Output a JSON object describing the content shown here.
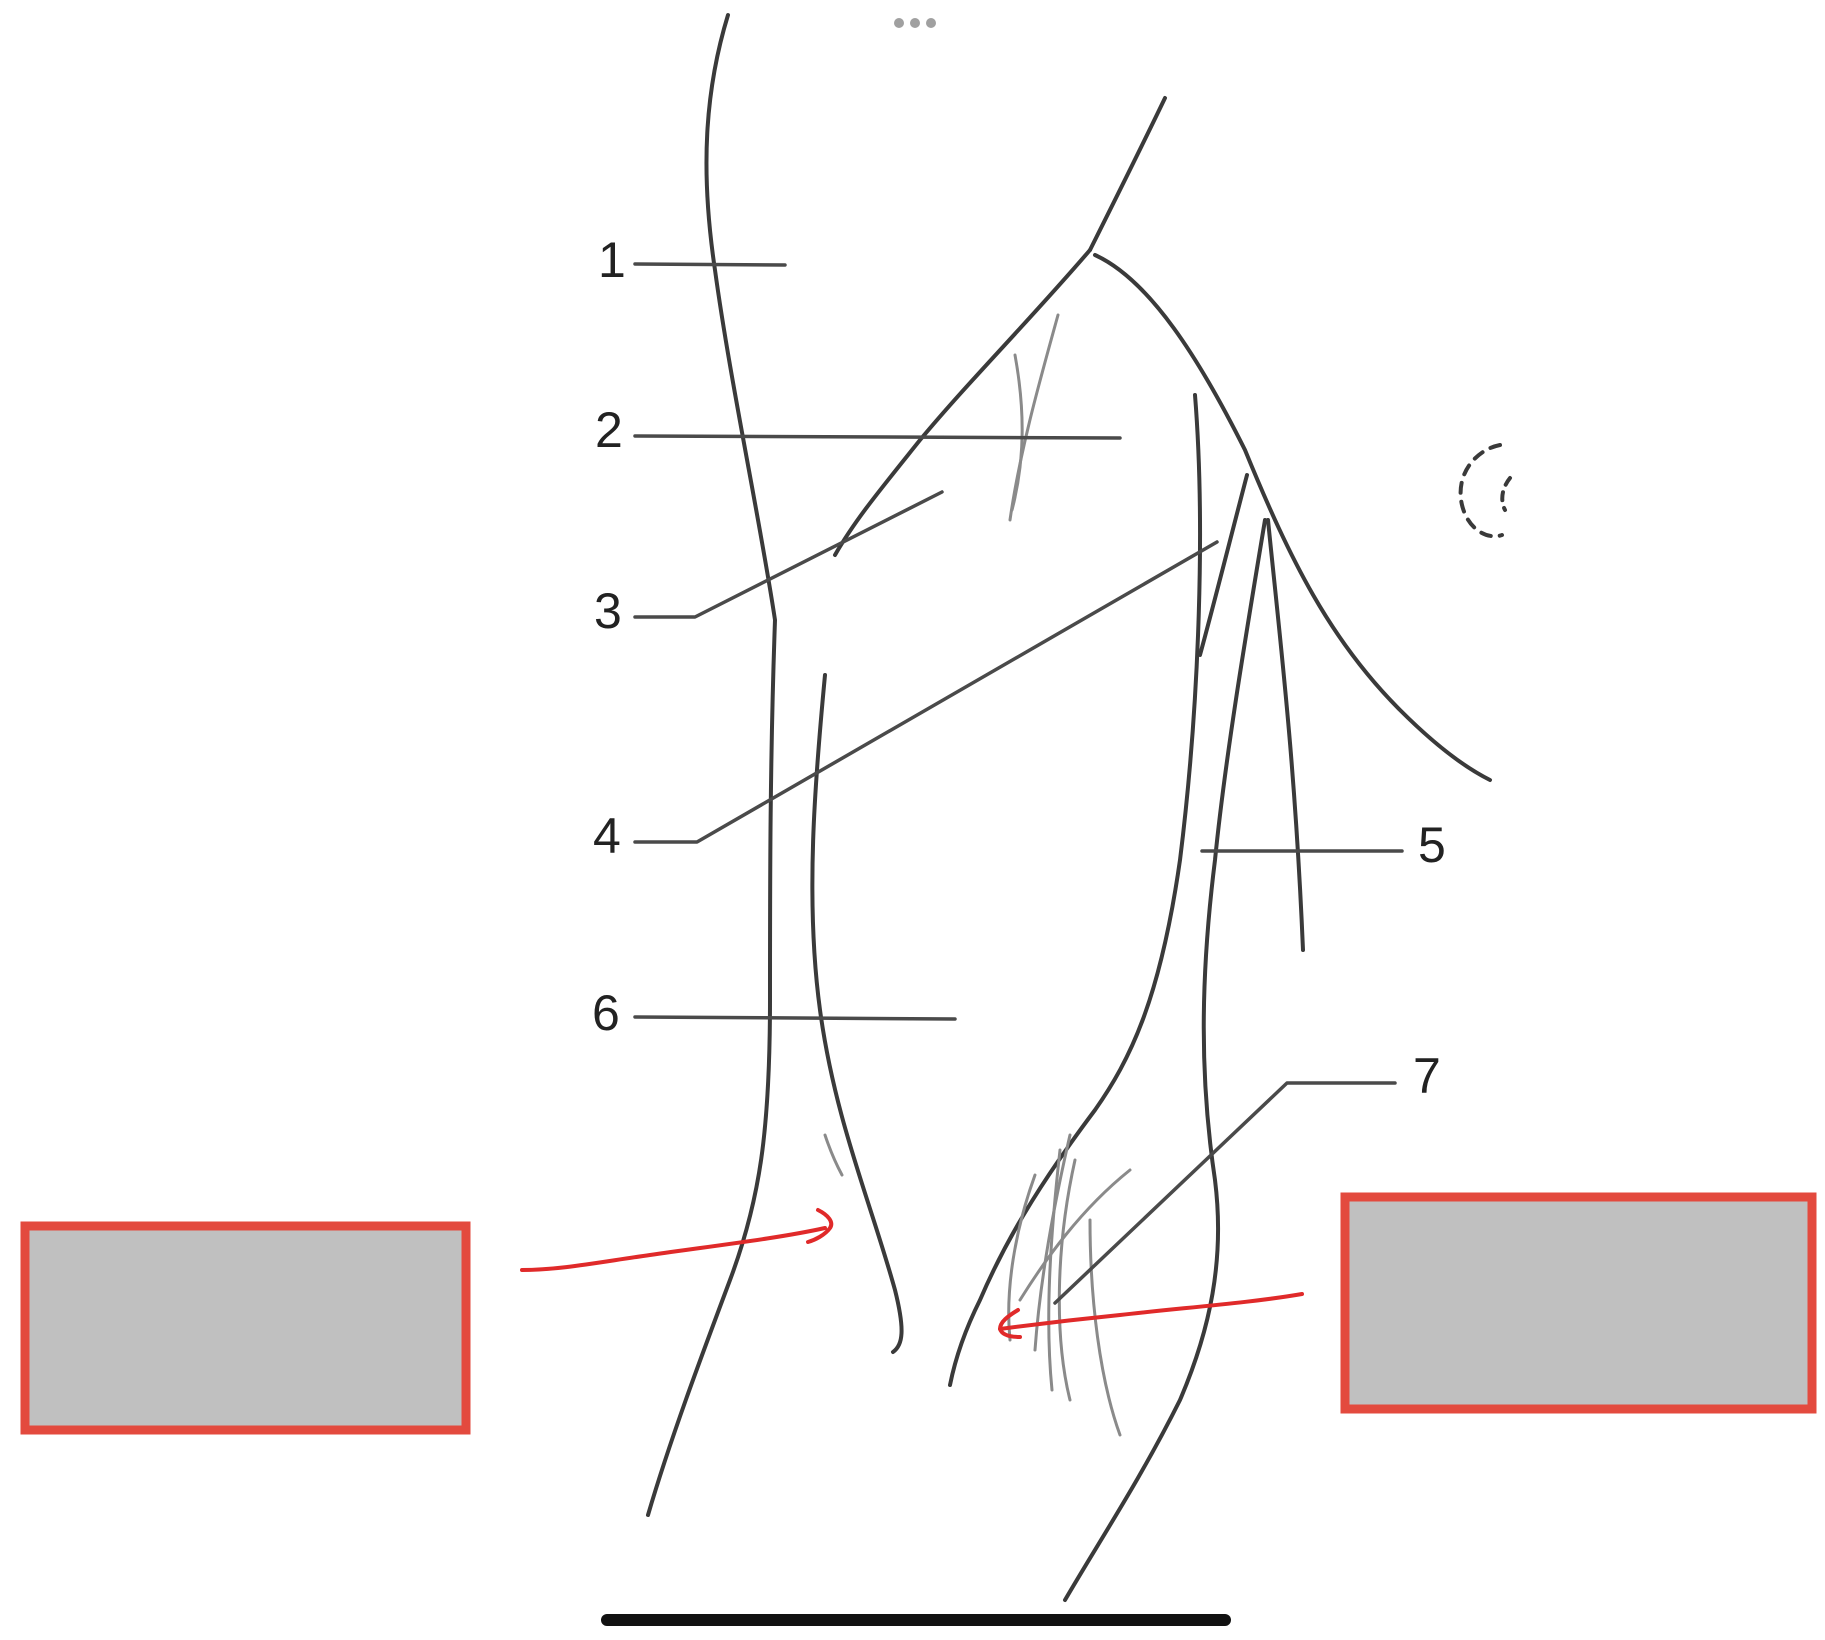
{
  "labels": {
    "l1": "1",
    "l2": "2",
    "l3": "3",
    "l4": "4",
    "l5": "5",
    "l6": "6",
    "l7": "7"
  },
  "answer_boxes": {
    "left": "",
    "right": ""
  },
  "colors": {
    "line": "#3a3a3a",
    "arrow": "#e02a2a",
    "box_fill": "#c0c0c0",
    "box_border": "#e34a3e"
  },
  "icons": {
    "top_menu": "more-dots-icon",
    "bottom": "home-indicator-bar"
  }
}
